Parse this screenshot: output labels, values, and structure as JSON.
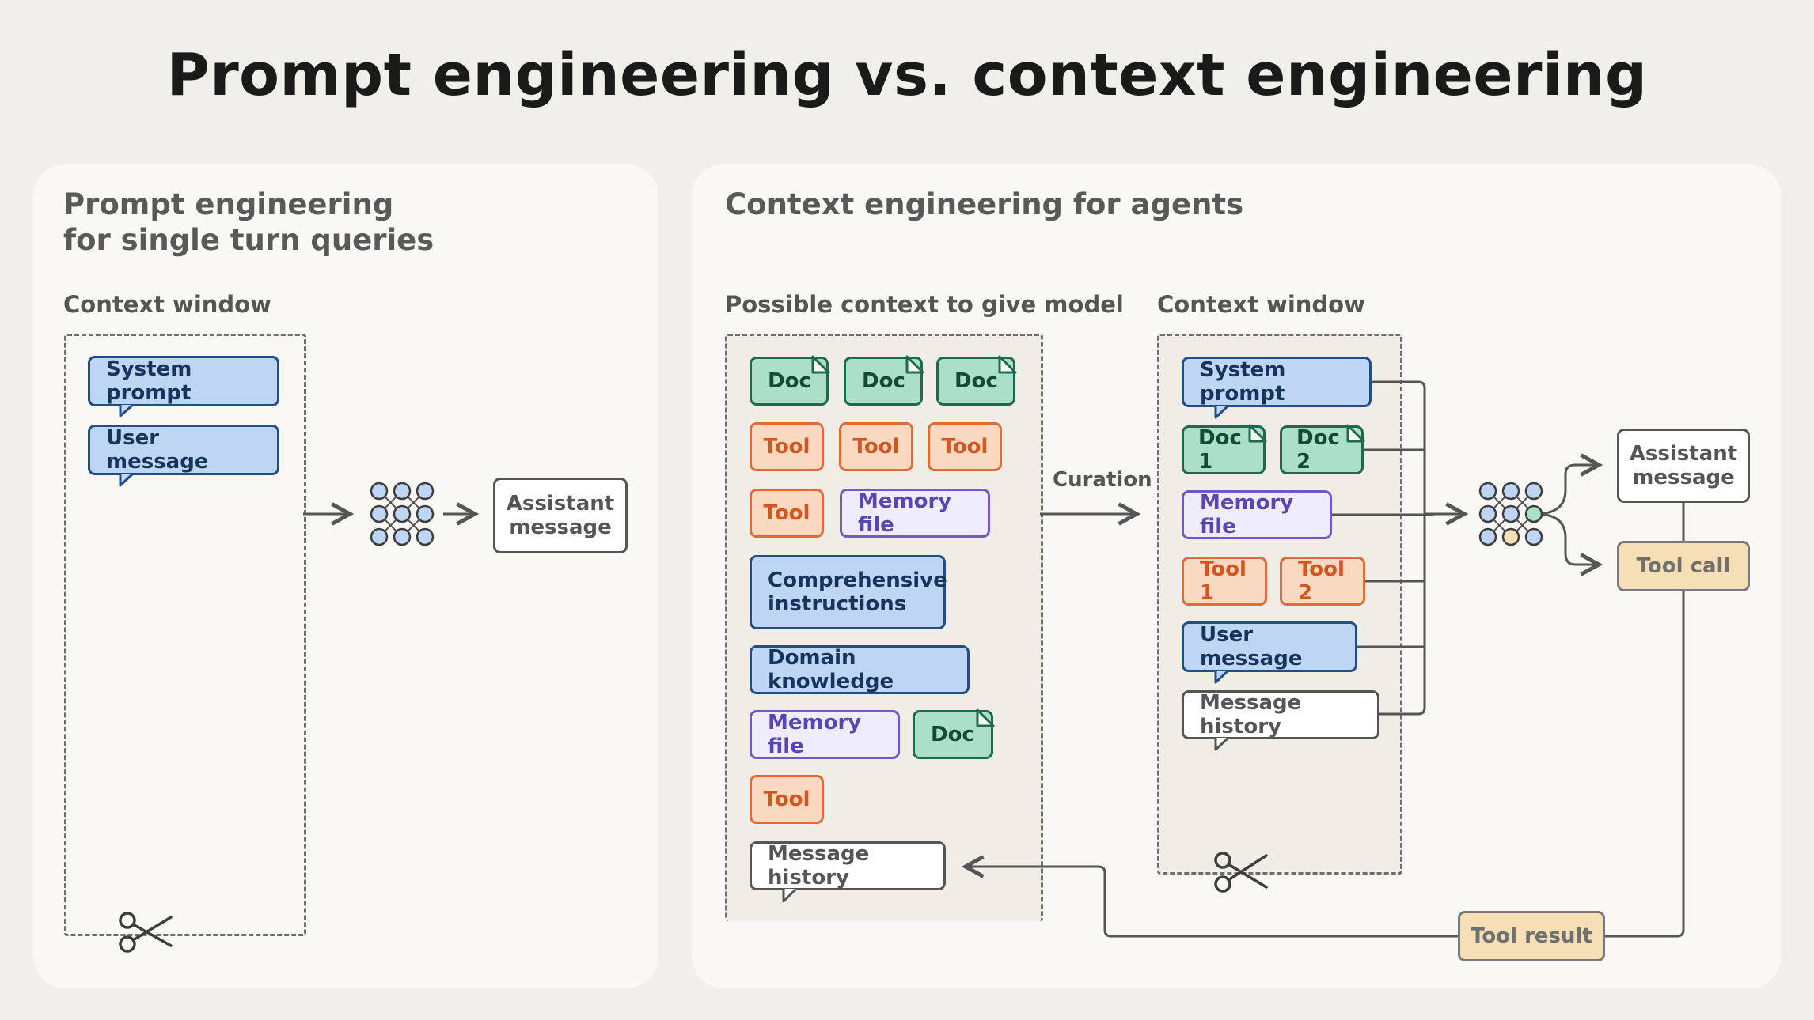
{
  "title": "Prompt engineering vs. context engineering",
  "left": {
    "title": "Prompt engineering\nfor single turn queries",
    "window_label": "Context window",
    "system_prompt": "System prompt",
    "user_message": "User message",
    "assistant_message": "Assistant\nmessage"
  },
  "right": {
    "title": "Context engineering for agents",
    "possible_label": "Possible context to give model",
    "window_label": "Context window",
    "curation": "Curation",
    "possible": {
      "doc": "Doc",
      "tool": "Tool",
      "memory_file": "Memory file",
      "comprehensive": "Comprehensive\ninstructions",
      "domain_knowledge": "Domain knowledge",
      "message_history": "Message history"
    },
    "window": {
      "system_prompt": "System prompt",
      "doc1": "Doc 1",
      "doc2": "Doc 2",
      "memory_file": "Memory file",
      "tool1": "Tool 1",
      "tool2": "Tool 2",
      "user_message": "User message",
      "message_history": "Message history"
    },
    "assistant_message": "Assistant\nmessage",
    "tool_call": "Tool call",
    "tool_result": "Tool result"
  },
  "colors": {
    "blue": "#bed5f3",
    "green": "#acdfc8",
    "orange": "#f9dac0",
    "purple": "#efedfb",
    "tan": "#f6dfb6"
  },
  "icons": [
    "neural-network-icon",
    "scissors-icon",
    "arrow-icon"
  ]
}
